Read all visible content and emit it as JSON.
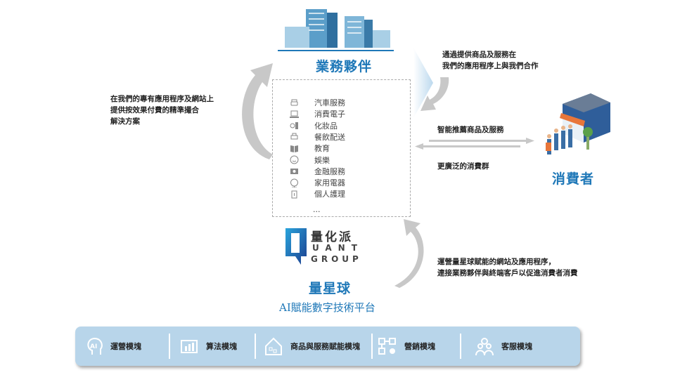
{
  "partners": {
    "title": "業務夥伴",
    "categories": [
      {
        "icon": "car-icon",
        "label": "汽車服務"
      },
      {
        "icon": "laptop-icon",
        "label": "消費電子"
      },
      {
        "icon": "cosmetics-icon",
        "label": "化妝品"
      },
      {
        "icon": "food-delivery-icon",
        "label": "餐飲配送"
      },
      {
        "icon": "book-icon",
        "label": "教育"
      },
      {
        "icon": "smiley-icon",
        "label": "娛樂"
      },
      {
        "icon": "wallet-icon",
        "label": "金融服務"
      },
      {
        "icon": "fan-icon",
        "label": "家用電器"
      },
      {
        "icon": "personal-care-icon",
        "label": "個人護理"
      }
    ],
    "more": "..."
  },
  "left_note": [
    "在我們的專有應用程序及網站上",
    "提供按效果付費的精準撮合",
    "解決方案"
  ],
  "top_right_note": [
    "通過提供商品及服務在",
    "我們的應用程序上與我們合作"
  ],
  "recommend_label": "智能推薦商品及服務",
  "consumer_group_label": "更廣泛的消費群",
  "consumers_title": "消費者",
  "logo": {
    "cn": "量化派",
    "line1": "UANT",
    "line2": "GROUP"
  },
  "platform": {
    "name": "量星球",
    "subtitle": "AI賦能數字技術平台"
  },
  "bottom_right_note": [
    "運營量星球賦能的網站及應用程序，",
    "連接業務夥伴與終端客戶以促進消費者消費"
  ],
  "modules": [
    {
      "icon": "ai-head-icon",
      "label": "運營模塊"
    },
    {
      "icon": "bar-chart-icon",
      "label": "算法模塊"
    },
    {
      "icon": "house-icon",
      "label": "商品與服務賦能模塊"
    },
    {
      "icon": "flowchart-icon",
      "label": "營銷模塊"
    },
    {
      "icon": "people-icon",
      "label": "客服模塊"
    }
  ],
  "colors": {
    "accent": "#1f78b8",
    "bar": "#b8d5ea",
    "arrow": "#c8c8c8"
  }
}
